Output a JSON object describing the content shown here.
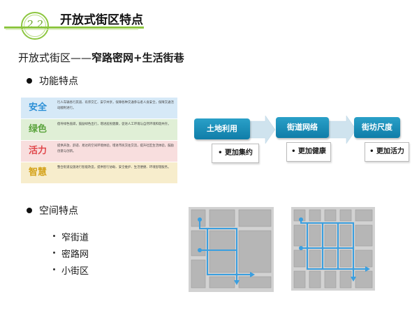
{
  "header": {
    "section_number": "2.2",
    "title": "开放式街区特点",
    "accent_color": "#8cc63f"
  },
  "subtitle": {
    "prefix": "开放式街区——",
    "main": "窄路密网+生活街巷"
  },
  "functional": {
    "label": "功能特点",
    "features": [
      {
        "name": "安全",
        "color": "#2b8fd6",
        "bg": "#d6e9f7",
        "desc": "行人车辆各行其道、有序交汇、安宁共享，保障各种交通参与者人身安全，保障交通活动顺利进行。"
      },
      {
        "name": "绿色",
        "color": "#5aa33c",
        "bg": "#e0efd6",
        "desc": "倡导绿色低碳，鼓励绿色出行，增进居民健康，促进人工环境与自然环境和谐共存。"
      },
      {
        "name": "活力",
        "color": "#e0464a",
        "bg": "#f8dede",
        "desc": "提供开放、舒适、易达的空间环境体验，增进市民交往交流，提升社区生活体验，鼓励创意与创新。"
      },
      {
        "name": "智慧",
        "color": "#d4a21a",
        "bg": "#f7edcc",
        "desc": "整合街道设施进行智能改造，提供智行协助、安全维护、生活便捷、环境智理服务。"
      }
    ],
    "flow": [
      {
        "label": "土地利用",
        "benefit": "• 更加集约"
      },
      {
        "label": "街道网络",
        "benefit": "• 更加健康"
      },
      {
        "label": "街坊尺度",
        "benefit": "• 更加活力"
      }
    ]
  },
  "spatial": {
    "label": "空间特点",
    "items": [
      "窄街道",
      "密路网",
      "小街区"
    ]
  }
}
